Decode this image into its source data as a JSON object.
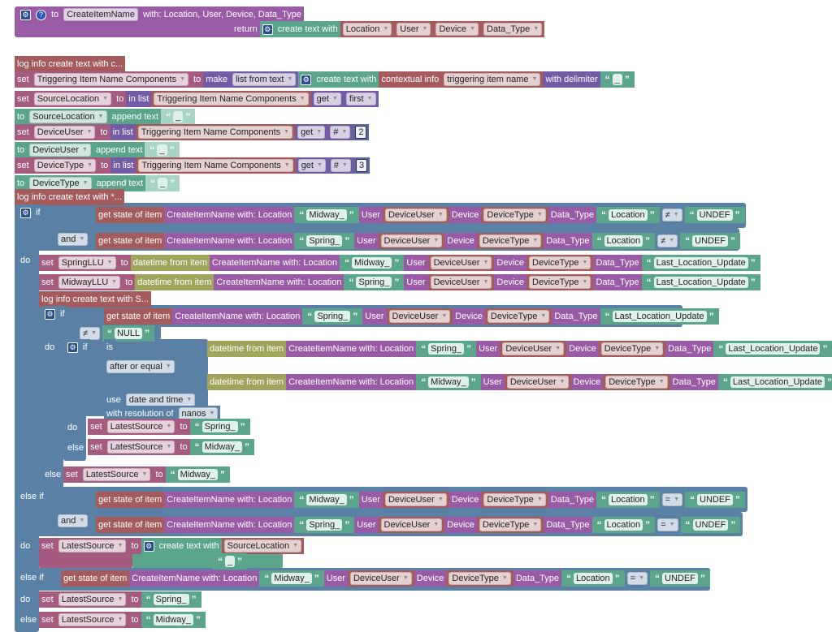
{
  "colors": {
    "P": "#995ba5",
    "T": "#5ba58c",
    "V": "#a55b5b",
    "S": "#a55b80",
    "L": "#745ba5",
    "R": "#a55b5b",
    "B": "#5b80a5",
    "D": "#a0a55b",
    "G": "#a55b5b",
    "N": "#5b67a5"
  },
  "blocks": [
    {
      "tokens": [
        [
          "i",
          "P",
          "gear"
        ],
        [
          "i",
          "P",
          "help"
        ],
        [
          "l",
          "P",
          "to"
        ],
        [
          "f",
          "P",
          "CreateItemName"
        ],
        [
          "l",
          "P",
          "with: Location, User, Device, Data_Type"
        ]
      ]
    },
    {
      "tokens": [
        [
          "l",
          "P",
          "return"
        ],
        [
          "i",
          "T",
          "gear"
        ],
        [
          "l",
          "T",
          "create text with"
        ],
        [
          "d",
          "V",
          "Location"
        ],
        [
          "d",
          "V",
          "User"
        ],
        [
          "d",
          "V",
          "Device"
        ],
        [
          "d",
          "V",
          "Data_Type"
        ]
      ]
    },
    {
      "tokens": [
        [
          "l",
          "G",
          "log info create text with c..."
        ]
      ]
    },
    {
      "tokens": [
        [
          "l",
          "S",
          "set"
        ],
        [
          "d",
          "S",
          "Triggering Item Name Components"
        ],
        [
          "l",
          "S",
          "to"
        ],
        [
          "l",
          "L",
          "make"
        ],
        [
          "d",
          "L",
          "list from text"
        ],
        [
          "i",
          "T",
          "gear"
        ],
        [
          "l",
          "T",
          "create text with"
        ],
        [
          "l",
          "R",
          "contextual info"
        ],
        [
          "d",
          "R",
          "triggering item name"
        ],
        [
          "l",
          "L",
          "with delimiter"
        ],
        [
          "s",
          "T",
          "_"
        ]
      ]
    },
    {
      "tokens": [
        [
          "l",
          "S",
          "set"
        ],
        [
          "d",
          "S",
          "SourceLocation"
        ],
        [
          "l",
          "S",
          "to"
        ],
        [
          "l",
          "L",
          "in list"
        ],
        [
          "d",
          "V",
          "Triggering Item Name Components"
        ],
        [
          "d",
          "L",
          "get"
        ],
        [
          "d",
          "L",
          "first"
        ]
      ]
    },
    {
      "tokens": [
        [
          "l",
          "T",
          "to"
        ],
        [
          "d",
          "T",
          "SourceLocation"
        ],
        [
          "l",
          "T",
          "append text"
        ],
        [
          "s",
          "T",
          "_"
        ]
      ]
    },
    {
      "tokens": [
        [
          "l",
          "S",
          "set"
        ],
        [
          "d",
          "S",
          "DeviceUser"
        ],
        [
          "l",
          "S",
          "to"
        ],
        [
          "l",
          "L",
          "in list"
        ],
        [
          "d",
          "V",
          "Triggering Item Name Components"
        ],
        [
          "d",
          "L",
          "get"
        ],
        [
          "d",
          "L",
          "#"
        ],
        [
          "n",
          "N",
          "2"
        ]
      ]
    },
    {
      "tokens": [
        [
          "l",
          "T",
          "to"
        ],
        [
          "d",
          "T",
          "DeviceUser"
        ],
        [
          "l",
          "T",
          "append text"
        ],
        [
          "s",
          "T",
          "_"
        ]
      ]
    },
    {
      "tokens": [
        [
          "l",
          "S",
          "set"
        ],
        [
          "d",
          "S",
          "DeviceType"
        ],
        [
          "l",
          "S",
          "to"
        ],
        [
          "l",
          "L",
          "in list"
        ],
        [
          "d",
          "V",
          "Triggering Item Name Components"
        ],
        [
          "d",
          "L",
          "get"
        ],
        [
          "d",
          "L",
          "#"
        ],
        [
          "n",
          "N",
          "3"
        ]
      ]
    },
    {
      "tokens": [
        [
          "l",
          "T",
          "to"
        ],
        [
          "d",
          "T",
          "DeviceType"
        ],
        [
          "l",
          "T",
          "append text"
        ],
        [
          "s",
          "T",
          "_"
        ]
      ]
    },
    {
      "tokens": [
        [
          "l",
          "G",
          "log info create text with *..."
        ]
      ]
    },
    {
      "tokens": [
        [
          "i",
          "B",
          "gear"
        ],
        [
          "l",
          "B",
          "if"
        ]
      ]
    },
    {
      "tokens": [
        [
          "l",
          "R",
          "get state of item"
        ],
        [
          "l",
          "P",
          "CreateItemName  with:  Location"
        ],
        [
          "s",
          "T",
          "Midway_"
        ],
        [
          "l",
          "P",
          "User"
        ],
        [
          "d",
          "V",
          "DeviceUser"
        ],
        [
          "l",
          "P",
          "Device"
        ],
        [
          "d",
          "V",
          "DeviceType"
        ],
        [
          "l",
          "P",
          "Data_Type"
        ],
        [
          "s",
          "T",
          "Location"
        ],
        [
          "d",
          "B",
          "≠"
        ],
        [
          "s",
          "T",
          "UNDEF"
        ]
      ]
    },
    {
      "tokens": [
        [
          "d",
          "B",
          "and"
        ]
      ]
    },
    {
      "tokens": [
        [
          "l",
          "R",
          "get state of item"
        ],
        [
          "l",
          "P",
          "CreateItemName  with:  Location"
        ],
        [
          "s",
          "T",
          "Spring_"
        ],
        [
          "l",
          "P",
          "User"
        ],
        [
          "d",
          "V",
          "DeviceUser"
        ],
        [
          "l",
          "P",
          "Device"
        ],
        [
          "d",
          "V",
          "DeviceType"
        ],
        [
          "l",
          "P",
          "Data_Type"
        ],
        [
          "s",
          "T",
          "Location"
        ],
        [
          "d",
          "B",
          "≠"
        ],
        [
          "s",
          "T",
          "UNDEF"
        ]
      ]
    },
    {
      "tokens": [
        [
          "l",
          "B",
          "do"
        ]
      ]
    },
    {
      "tokens": [
        [
          "l",
          "S",
          "set"
        ],
        [
          "d",
          "S",
          "SpringLLU"
        ],
        [
          "l",
          "S",
          "to"
        ],
        [
          "l",
          "D",
          "datetime from item"
        ],
        [
          "l",
          "P",
          "CreateItemName  with:  Location"
        ],
        [
          "s",
          "T",
          "Midway_"
        ],
        [
          "l",
          "P",
          "User"
        ],
        [
          "d",
          "V",
          "DeviceUser"
        ],
        [
          "l",
          "P",
          "Device"
        ],
        [
          "d",
          "V",
          "DeviceType"
        ],
        [
          "l",
          "P",
          "Data_Type"
        ],
        [
          "s",
          "T",
          "Last_Location_Update"
        ]
      ]
    },
    {
      "tokens": [
        [
          "l",
          "S",
          "set"
        ],
        [
          "d",
          "S",
          "MidwayLLU"
        ],
        [
          "l",
          "S",
          "to"
        ],
        [
          "l",
          "D",
          "datetime from item"
        ],
        [
          "l",
          "P",
          "CreateItemName  with:  Location"
        ],
        [
          "s",
          "T",
          "Spring_"
        ],
        [
          "l",
          "P",
          "User"
        ],
        [
          "d",
          "V",
          "DeviceUser"
        ],
        [
          "l",
          "P",
          "Device"
        ],
        [
          "d",
          "V",
          "DeviceType"
        ],
        [
          "l",
          "P",
          "Data_Type"
        ],
        [
          "s",
          "T",
          "Last_Location_Update"
        ]
      ]
    },
    {
      "tokens": [
        [
          "l",
          "G",
          "log info create text with S..."
        ]
      ]
    },
    {
      "tokens": [
        [
          "i",
          "B",
          "gear"
        ],
        [
          "l",
          "B",
          "if"
        ]
      ]
    },
    {
      "tokens": [
        [
          "l",
          "R",
          "get state of item"
        ],
        [
          "l",
          "P",
          "CreateItemName  with:  Location"
        ],
        [
          "s",
          "T",
          "Spring_"
        ],
        [
          "l",
          "P",
          "User"
        ],
        [
          "d",
          "V",
          "DeviceUser"
        ],
        [
          "l",
          "P",
          "Device"
        ],
        [
          "d",
          "V",
          "DeviceType"
        ],
        [
          "l",
          "P",
          "Data_Type"
        ],
        [
          "s",
          "T",
          "Last_Location_Update"
        ]
      ]
    },
    {
      "tokens": [
        [
          "d",
          "B",
          "≠"
        ],
        [
          "s",
          "T",
          "NULL"
        ]
      ]
    },
    {
      "tokens": [
        [
          "l",
          "B",
          "do"
        ]
      ]
    },
    {
      "tokens": [
        [
          "i",
          "B",
          "gear"
        ],
        [
          "l",
          "B",
          "if"
        ]
      ]
    },
    {
      "tokens": [
        [
          "l",
          "B",
          "is"
        ]
      ]
    },
    {
      "tokens": [
        [
          "l",
          "D",
          "datetime from item"
        ],
        [
          "l",
          "P",
          "CreateItemName  with:  Location"
        ],
        [
          "s",
          "T",
          "Spring_"
        ],
        [
          "l",
          "P",
          "User"
        ],
        [
          "d",
          "V",
          "DeviceUser"
        ],
        [
          "l",
          "P",
          "Device"
        ],
        [
          "d",
          "V",
          "DeviceType"
        ],
        [
          "l",
          "P",
          "Data_Type"
        ],
        [
          "s",
          "T",
          "Last_Location_Update"
        ]
      ]
    },
    {
      "tokens": [
        [
          "d",
          "B",
          "after or equal"
        ]
      ]
    },
    {
      "tokens": [
        [
          "l",
          "D",
          "datetime from item"
        ],
        [
          "l",
          "P",
          "CreateItemName  with:  Location"
        ],
        [
          "s",
          "T",
          "Midway_"
        ],
        [
          "l",
          "P",
          "User"
        ],
        [
          "d",
          "V",
          "DeviceUser"
        ],
        [
          "l",
          "P",
          "Device"
        ],
        [
          "d",
          "V",
          "DeviceType"
        ],
        [
          "l",
          "P",
          "Data_Type"
        ],
        [
          "s",
          "T",
          "Last_Location_Update"
        ]
      ]
    },
    {
      "tokens": [
        [
          "l",
          "B",
          "use"
        ],
        [
          "d",
          "B",
          "date and time"
        ]
      ]
    },
    {
      "tokens": [
        [
          "l",
          "B",
          "with resolution of"
        ],
        [
          "d",
          "B",
          "nanos"
        ]
      ]
    },
    {
      "tokens": [
        [
          "l",
          "B",
          "do"
        ]
      ]
    },
    {
      "tokens": [
        [
          "l",
          "S",
          "set"
        ],
        [
          "d",
          "S",
          "LatestSource"
        ],
        [
          "l",
          "S",
          "to"
        ],
        [
          "s",
          "T",
          "Spring_"
        ]
      ]
    },
    {
      "tokens": [
        [
          "l",
          "B",
          "else"
        ]
      ]
    },
    {
      "tokens": [
        [
          "l",
          "S",
          "set"
        ],
        [
          "d",
          "S",
          "LatestSource"
        ],
        [
          "l",
          "S",
          "to"
        ],
        [
          "s",
          "T",
          "Midway_"
        ]
      ]
    },
    {
      "tokens": [
        [
          "l",
          "B",
          "else"
        ]
      ]
    },
    {
      "tokens": [
        [
          "l",
          "S",
          "set"
        ],
        [
          "d",
          "S",
          "LatestSource"
        ],
        [
          "l",
          "S",
          "to"
        ],
        [
          "s",
          "T",
          "Midway_"
        ]
      ]
    },
    {
      "tokens": [
        [
          "l",
          "B",
          "else if"
        ]
      ]
    },
    {
      "tokens": [
        [
          "l",
          "R",
          "get state of item"
        ],
        [
          "l",
          "P",
          "CreateItemName  with:  Location"
        ],
        [
          "s",
          "T",
          "Midway_"
        ],
        [
          "l",
          "P",
          "User"
        ],
        [
          "d",
          "V",
          "DeviceUser"
        ],
        [
          "l",
          "P",
          "Device"
        ],
        [
          "d",
          "V",
          "DeviceType"
        ],
        [
          "l",
          "P",
          "Data_Type"
        ],
        [
          "s",
          "T",
          "Location"
        ],
        [
          "d",
          "B",
          "="
        ],
        [
          "s",
          "T",
          "UNDEF"
        ]
      ]
    },
    {
      "tokens": [
        [
          "d",
          "B",
          "and"
        ]
      ]
    },
    {
      "tokens": [
        [
          "l",
          "R",
          "get state of item"
        ],
        [
          "l",
          "P",
          "CreateItemName  with:  Location"
        ],
        [
          "s",
          "T",
          "Spring_"
        ],
        [
          "l",
          "P",
          "User"
        ],
        [
          "d",
          "V",
          "DeviceUser"
        ],
        [
          "l",
          "P",
          "Device"
        ],
        [
          "d",
          "V",
          "DeviceType"
        ],
        [
          "l",
          "P",
          "Data_Type"
        ],
        [
          "s",
          "T",
          "Location"
        ],
        [
          "d",
          "B",
          "="
        ],
        [
          "s",
          "T",
          "UNDEF"
        ]
      ]
    },
    {
      "tokens": [
        [
          "l",
          "B",
          "do"
        ]
      ]
    },
    {
      "tokens": [
        [
          "l",
          "S",
          "set"
        ],
        [
          "d",
          "S",
          "LatestSource"
        ],
        [
          "l",
          "S",
          "to"
        ],
        [
          "i",
          "T",
          "gear"
        ],
        [
          "l",
          "T",
          "create text with"
        ],
        [
          "d",
          "V",
          "SourceLocation"
        ]
      ]
    },
    {
      "tokens": [
        [
          "s",
          "T",
          "_"
        ]
      ]
    },
    {
      "tokens": [
        [
          "l",
          "B",
          "else if"
        ]
      ]
    },
    {
      "tokens": [
        [
          "l",
          "R",
          "get state of item"
        ],
        [
          "l",
          "P",
          "CreateItemName  with:  Location"
        ],
        [
          "s",
          "T",
          "Midway_"
        ],
        [
          "l",
          "P",
          "User"
        ],
        [
          "d",
          "V",
          "DeviceUser"
        ],
        [
          "l",
          "P",
          "Device"
        ],
        [
          "d",
          "V",
          "DeviceType"
        ],
        [
          "l",
          "P",
          "Data_Type"
        ],
        [
          "s",
          "T",
          "Location"
        ],
        [
          "d",
          "B",
          "="
        ],
        [
          "s",
          "T",
          "UNDEF"
        ]
      ]
    },
    {
      "tokens": [
        [
          "l",
          "B",
          "do"
        ]
      ]
    },
    {
      "tokens": [
        [
          "l",
          "S",
          "set"
        ],
        [
          "d",
          "S",
          "LatestSource"
        ],
        [
          "l",
          "S",
          "to"
        ],
        [
          "s",
          "T",
          "Spring_"
        ]
      ]
    },
    {
      "tokens": [
        [
          "l",
          "B",
          "else"
        ]
      ]
    },
    {
      "tokens": [
        [
          "l",
          "S",
          "set"
        ],
        [
          "d",
          "S",
          "LatestSource"
        ],
        [
          "l",
          "S",
          "to"
        ],
        [
          "s",
          "T",
          "Midway_"
        ]
      ]
    }
  ]
}
